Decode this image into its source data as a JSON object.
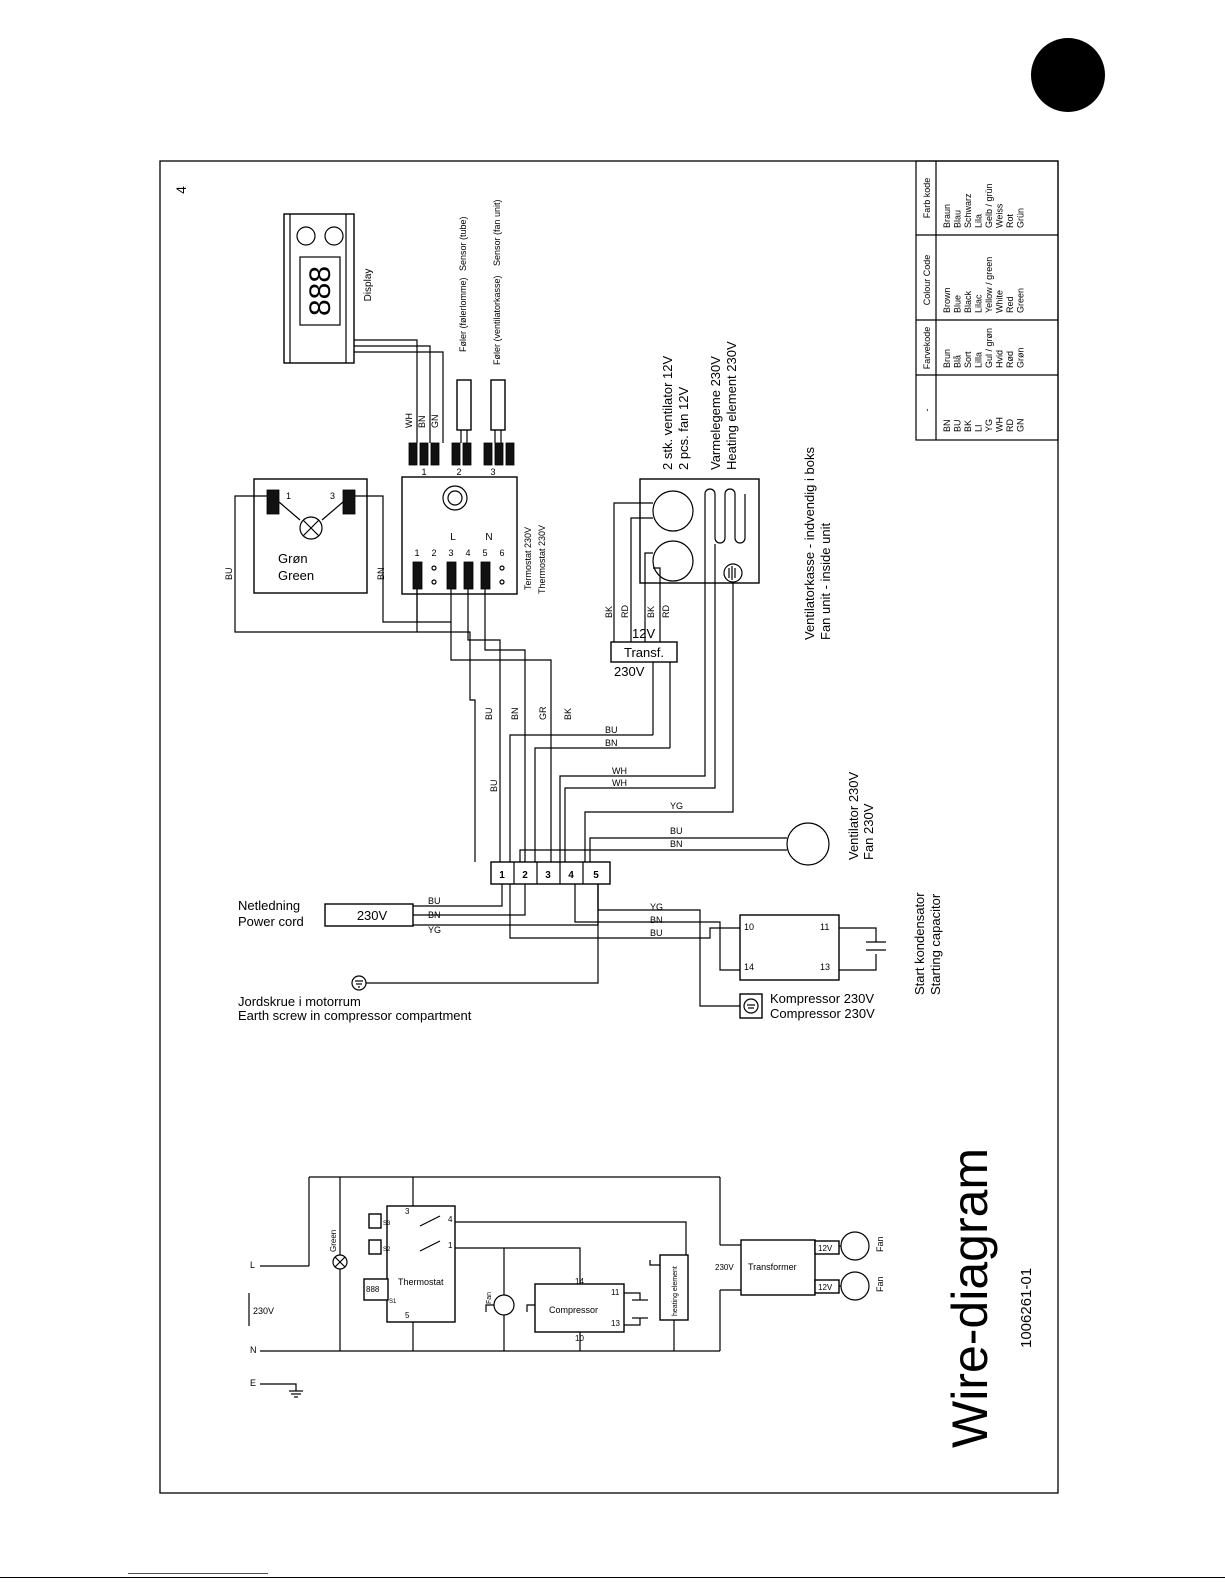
{
  "page_number": "4",
  "title": "Wire-diagram",
  "doc_number": "1006261-01",
  "display": {
    "digits": "888",
    "label": "Display"
  },
  "sensors": {
    "tube_da": "Føler (følerlomme)",
    "tube_en": "Sensor (tube)",
    "fan_da": "Føler (ventilatorkasse)",
    "fan_en": "Sensor (fan unit)"
  },
  "lamp": {
    "t1": "1",
    "t3": "3",
    "label_da": "Grøn",
    "label_en": "Green"
  },
  "thermostat": {
    "label_da": "Termostat 230V",
    "label_en": "Thermostat 230V",
    "sensor_terminals": [
      "1",
      "2",
      "3"
    ],
    "L": "L",
    "N": "N",
    "terminals": [
      "1",
      "2",
      "3",
      "4",
      "5",
      "6"
    ]
  },
  "fan_unit": {
    "fans_da": "2 stk. ventilator 12V",
    "fans_en": "2 pcs. fan 12V",
    "heater_da": "Varmelegeme 230V",
    "heater_en": "Heating element 230V",
    "box_da": "Ventilatorkasse  - indvendig i boks",
    "box_en": "Fan unit - inside unit"
  },
  "transformer": {
    "label": "Transf.",
    "v12": "12V",
    "v230": "230V"
  },
  "fan230": {
    "da": "Ventilator 230V",
    "en": "Fan 230V"
  },
  "terminal_block": [
    "1",
    "2",
    "3",
    "4",
    "5"
  ],
  "power_cord": {
    "da": "Netledning",
    "en": "Power cord",
    "voltage": "230V"
  },
  "earth": {
    "da": "Jordskrue i motorrum",
    "en": "Earth screw in compressor compartment"
  },
  "compressor": {
    "da": "Kompressor 230V",
    "en": "Compressor 230V",
    "terminals": [
      "10",
      "11",
      "14",
      "13"
    ]
  },
  "capacitor": {
    "da": "Start kondensator",
    "en": "Starting capacitor"
  },
  "wire_labels": {
    "WH": "WH",
    "BN": "BN",
    "GN": "GN",
    "BU": "BU",
    "BK": "BK",
    "RD": "RD",
    "GR": "GR",
    "YG": "YG"
  },
  "colour_table": {
    "headers": [
      "-",
      "Farvekode",
      "Colour Code",
      "Farb kode"
    ],
    "rows": [
      [
        "BN",
        "Brun",
        "Brown",
        "Braun"
      ],
      [
        "BU",
        "Blå",
        "Blue",
        "Blau"
      ],
      [
        "BK",
        "Sort",
        "Black",
        "Schwarz"
      ],
      [
        "LI",
        "Lilla",
        "Lilac",
        "Lila"
      ],
      [
        "YG",
        "Gul / grøn",
        "Yellow / green",
        "Gelb / grün"
      ],
      [
        "WH",
        "Hvid",
        "White",
        "Weiss"
      ],
      [
        "RD",
        "Rød",
        "Red",
        "Rot"
      ],
      [
        "GN",
        "Grøn",
        "Green",
        "Grün"
      ]
    ]
  },
  "schematic": {
    "L": "L",
    "N": "N",
    "E": "E",
    "v230": "230V",
    "green": "Green",
    "s3": "S3",
    "s2": "S2",
    "s1": "S1",
    "display": "888",
    "thermostat": "Thermostat",
    "t3": "3",
    "t4": "4",
    "t1": "1",
    "t5": "5",
    "fan": "Fan",
    "compressor": "Compressor",
    "c14": "14",
    "c11": "11",
    "c13": "13",
    "c10": "10",
    "heating": "heating element",
    "transformer": "Transformer",
    "tr230": "230V",
    "v12a": "12V",
    "v12b": "12V",
    "fan1": "Fan",
    "fan2": "Fan"
  }
}
